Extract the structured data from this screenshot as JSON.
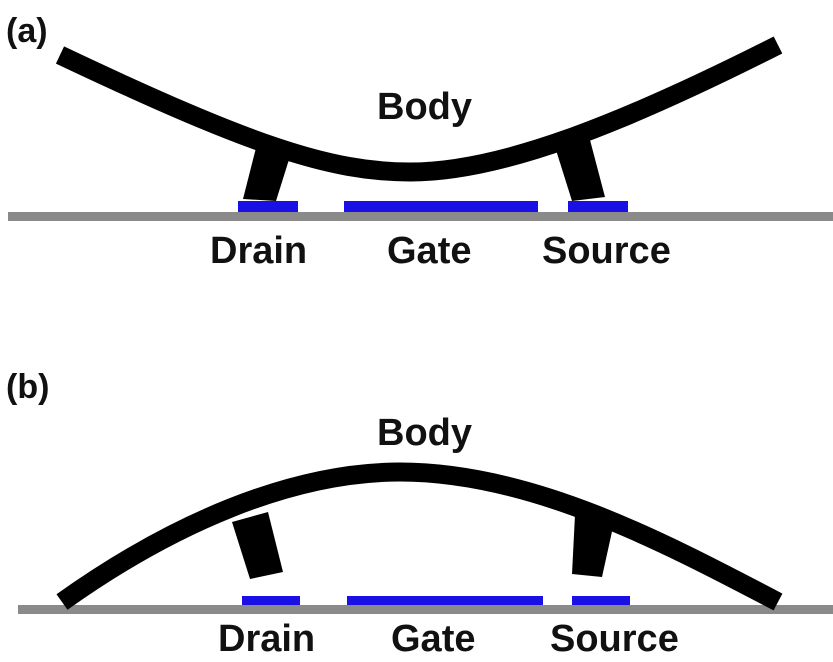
{
  "colors": {
    "beam": "#000000",
    "substrate": "#8a8a8a",
    "electrode": "#1a10e6",
    "text": "#111111"
  },
  "panels": [
    {
      "label": "(a)",
      "state": "beam bent down toward gate",
      "body_label": "Body",
      "terminals": {
        "drain": "Drain",
        "gate": "Gate",
        "source": "Source"
      }
    },
    {
      "label": "(b)",
      "state": "beam bent up away from gate",
      "body_label": "Body",
      "terminals": {
        "drain": "Drain",
        "gate": "Gate",
        "source": "Source"
      }
    }
  ]
}
